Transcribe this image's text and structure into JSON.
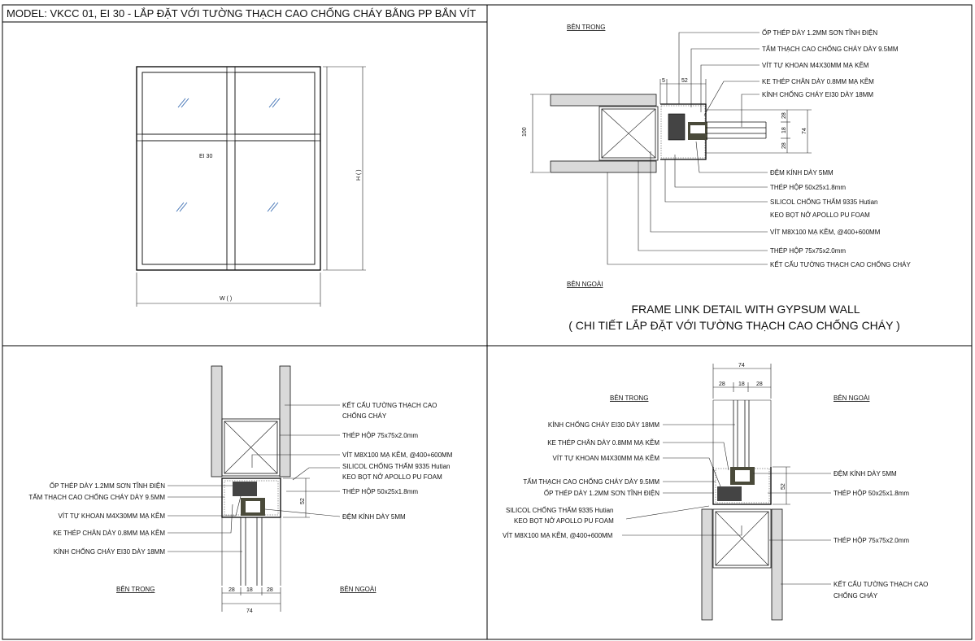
{
  "title": "MODEL: VKCC 01, EI 30 - LẮP ĐẶT VỚI TƯỜNG THẠCH CAO CHỐNG CHÁY BẰNG PP BẮN VÍT",
  "elevation": {
    "label_center": "EI 30",
    "width_label": "W (    )",
    "height_label": "H (    )"
  },
  "top_right": {
    "inside": "BÊN TRONG",
    "outside": "BÊN NGOÀI",
    "caption_en": "FRAME LINK DETAIL WITH GYPSUM WALL",
    "caption_vi": "( CHI TIẾT LẮP ĐẶT VỚI TƯỜNG THẠCH CAO CHỐNG CHÁY )",
    "dims": {
      "d5": "5",
      "d52": "52",
      "d100": "100",
      "d28a": "28",
      "d18": "18",
      "d28b": "28",
      "d74": "74"
    },
    "labels": [
      "ỐP THÉP DÀY 1.2MM SƠN TĨNH ĐIỆN",
      "TẤM THẠCH CAO CHỐNG CHÁY DÀY 9.5MM",
      "VÍT TỰ KHOAN M4X30MM MẠ KẼM",
      "KE THÉP CHÂN DÀY 0.8MM MẠ KẼM",
      "KÍNH CHỐNG CHÁY EI30 DÀY 18MM",
      "ĐỆM KÍNH DÀY 5MM",
      "THÉP HỘP 50x25x1.8mm",
      "SILICOL CHỐNG THẤM 9335 Hutian",
      "KEO BỌT NỞ APOLLO PU FOAM",
      "VÍT M8X100 MẠ KẼM, @400+600MM",
      "THÉP HỘP 75x75x2.0mm",
      "KẾT CẤU TƯỜNG THẠCH CAO CHỐNG CHÁY"
    ]
  },
  "bottom_left": {
    "inside": "BÊN TRONG",
    "outside": "BÊN NGOÀI",
    "dims": {
      "d52": "52",
      "d28a": "28",
      "d18": "18",
      "d28b": "28",
      "d74": "74"
    },
    "labels_right": [
      "KẾT CẤU TƯỜNG THẠCH CAO",
      "CHỐNG CHÁY",
      "THÉP HỘP 75x75x2.0mm",
      "VÍT M8X100 MẠ KẼM, @400+600MM",
      "SILICOL CHỐNG THẤM 9335 Hutian",
      "KEO BỌT NỞ APOLLO PU FOAM",
      "THÉP HỘP 50x25x1.8mm",
      "ĐỆM KÍNH DÀY 5MM"
    ],
    "labels_left": [
      "ỐP THÉP DÀY 1.2MM SƠN TĨNH ĐIỆN",
      "TẤM THẠCH CAO CHỐNG CHÁY DÀY 9.5MM",
      "VÍT TỰ KHOAN M4X30MM MẠ KẼM",
      "KE THÉP CHÂN DÀY 0.8MM MẠ KẼM",
      "KÍNH CHỐNG CHÁY EI30 DÀY 18MM"
    ]
  },
  "bottom_right": {
    "inside": "BÊN TRONG",
    "outside": "BÊN NGOÀI",
    "dims": {
      "d74": "74",
      "d28a": "28",
      "d18": "18",
      "d28b": "28",
      "d52": "52"
    },
    "labels_left": [
      "KÍNH CHỐNG CHÁY EI30 DÀY 18MM",
      "KE THÉP CHÂN DÀY 0.8MM MẠ KẼM",
      "VÍT TỰ KHOAN M4X30MM MẠ KẼM",
      "TẤM THẠCH CAO CHỐNG CHÁY DÀY 9.5MM",
      "ỐP THÉP DÀY 1.2MM SƠN TĨNH ĐIỆN",
      "SILICOL CHỐNG THẤM 9335 Hutian",
      "KEO BỌT NỞ APOLLO PU FOAM",
      "VÍT M8X100 MẠ KẼM, @400+600MM"
    ],
    "labels_right": [
      "ĐỆM KÍNH DÀY 5MM",
      "THÉP HỘP 50x25x1.8mm",
      "THÉP HỘP 75x75x2.0mm",
      "KẾT CẤU TƯỜNG THẠCH CAO",
      "CHỐNG CHÁY"
    ]
  }
}
